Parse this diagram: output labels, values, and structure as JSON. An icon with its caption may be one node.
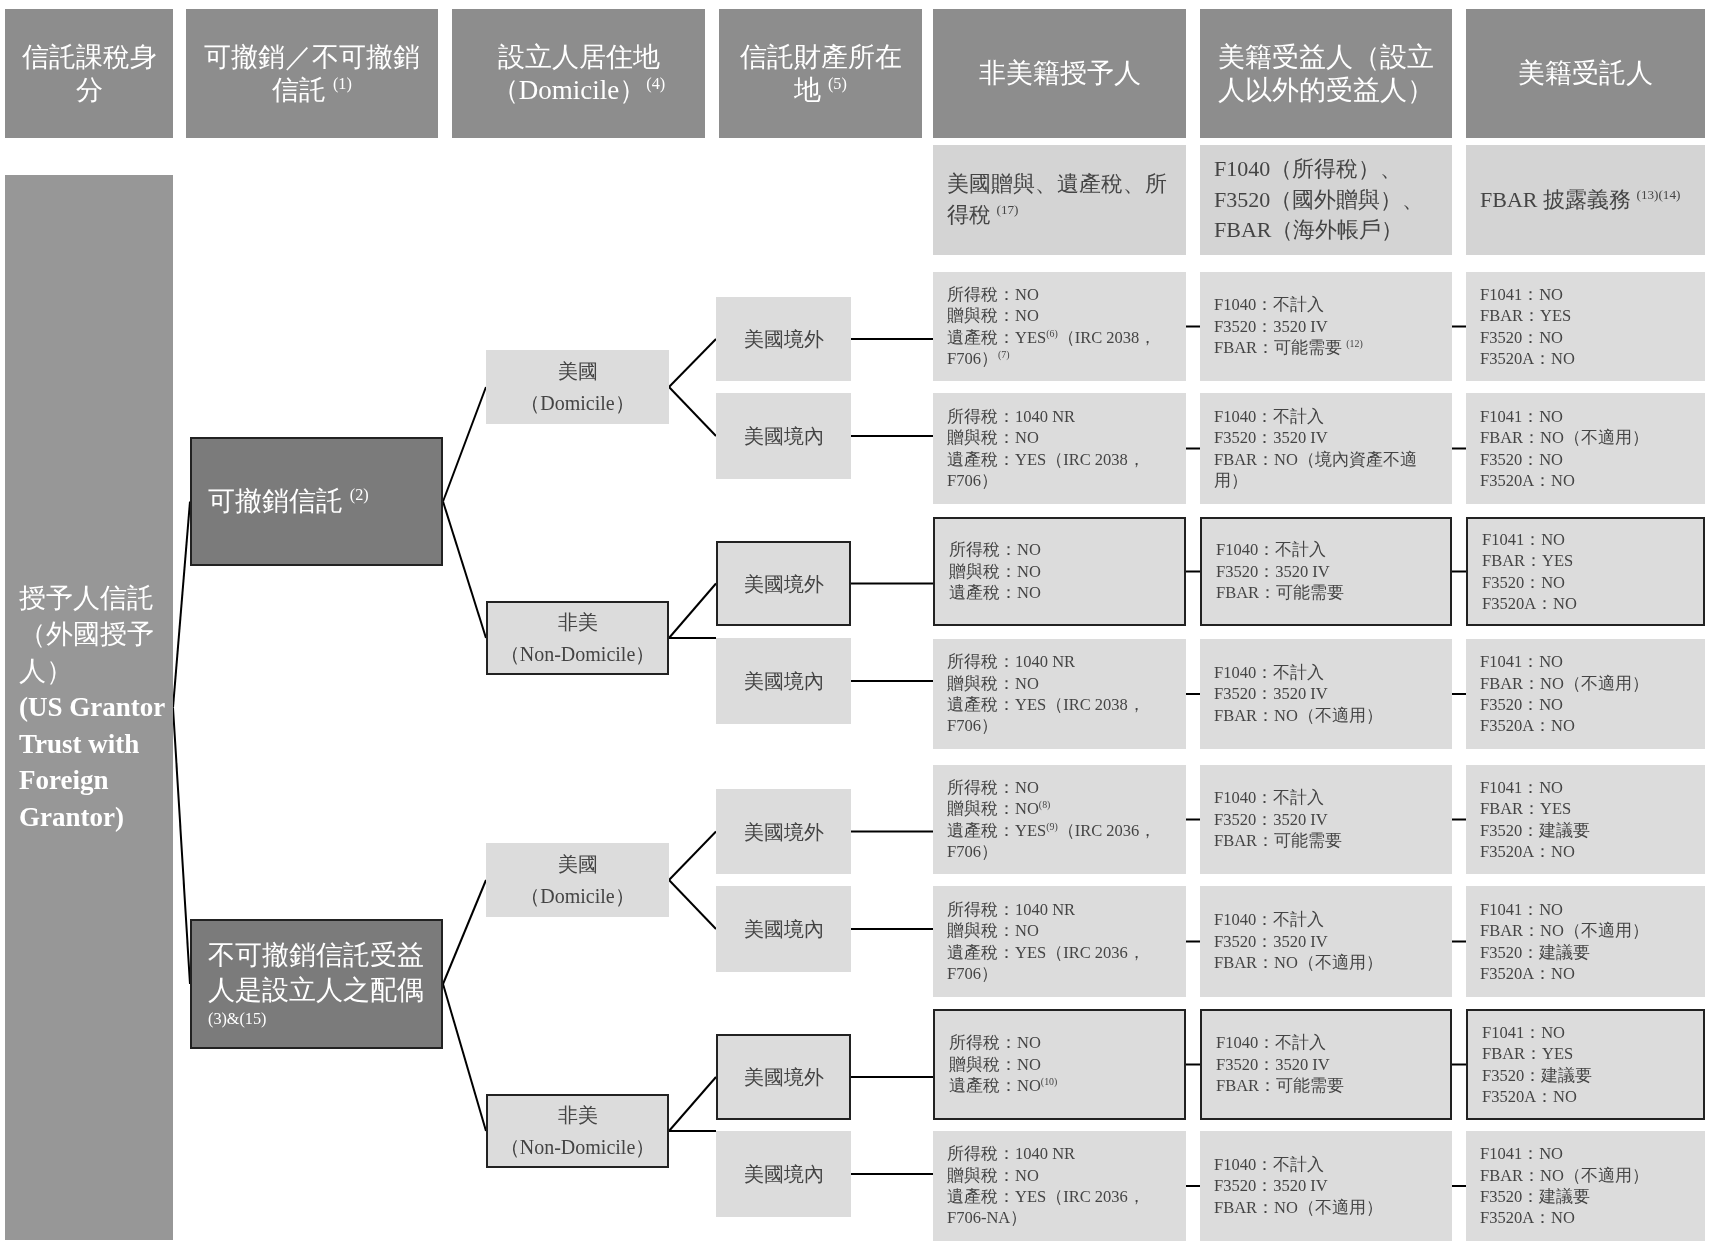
{
  "diagram": {
    "nodes": [
      {
        "text": [
          "信託課稅身分"
        ]
      },
      {
        "text": [
          "可撤銷／不可撤銷信託 $^{(1)}$"
        ]
      },
      {
        "text": [
          "設立人居住地（Domicile）$^{(4)}$"
        ]
      },
      {
        "text": [
          "信託財產所在地 $^{(5)}$"
        ]
      },
      {
        "text": [
          "非美籍授予人"
        ]
      },
      {
        "text": [
          "美籍受益人（設立人以外的受益人）"
        ]
      },
      {
        "text": [
          "美籍受託人"
        ]
      },
      {
        "text": [
          "美國贈與、遺產稅、所得稅 $^{(17)}$"
        ]
      },
      {
        "text": [
          "F1040（所得稅）、",
          "F3520（國外贈與）、",
          "FBAR（海外帳戶）"
        ]
      },
      {
        "text": [
          "FBAR 披露義務 $^{(13)(14)}$"
        ]
      },
      {
        "text": [
          "授予人信託（外國授予人）",
          "(US Grantor Trust with Foreign Grantor)"
        ]
      },
      {
        "text": [
          "可撤銷信託 $^{(2)}$"
        ]
      },
      {
        "text": [
          "美國",
          "（Domicile）"
        ]
      },
      {
        "text": [
          "非美",
          "（Non-Domicile）"
        ]
      },
      {
        "text": [
          "不可撤銷信託受益人是設立人之配偶 $^{(3)&(15)}$"
        ]
      },
      {
        "text": [
          "美國",
          "（Domicile）"
        ]
      },
      {
        "text": [
          "非美",
          "（Non-Domicile）"
        ]
      },
      {
        "text": [
          "美國境外"
        ]
      },
      {
        "text": [
          "美國境內"
        ]
      },
      {
        "text": [
          "美國境外"
        ]
      },
      {
        "text": [
          "美國境內"
        ]
      },
      {
        "text": [
          "美國境外"
        ]
      },
      {
        "text": [
          "美國境內"
        ]
      },
      {
        "text": [
          "美國境外"
        ]
      },
      {
        "text": [
          "美國境內"
        ]
      },
      {
        "text": [
          "所得稅：NO",
          "贈與稅：NO",
          "遺產稅：YES$^{(6)}$（IRC 2038，F706）$^{(7)}$"
        ]
      },
      {
        "text": [
          "F1040：不計入",
          "F3520：3520 IV",
          "FBAR：可能需要 $^{(12)}$"
        ]
      },
      {
        "text": [
          "F1041：NO",
          "FBAR：YES",
          "F3520：NO",
          "F3520A：NO"
        ]
      },
      {
        "text": [
          "所得稅：1040 NR",
          "贈與稅：NO",
          "遺產稅：YES（IRC 2038，F706）"
        ]
      },
      {
        "text": [
          "F1040：不計入",
          "F3520：3520 IV",
          "FBAR：NO（境內資產不適用）"
        ]
      },
      {
        "text": [
          "F1041：NO",
          "FBAR：NO（不適用）",
          "F3520：NO",
          "F3520A：NO"
        ]
      },
      {
        "text": [
          "所得稅：NO",
          "贈與稅：NO",
          "遺產稅：NO"
        ]
      },
      {
        "text": [
          "F1040：不計入",
          "F3520：3520 IV",
          "FBAR：可能需要"
        ]
      },
      {
        "text": [
          "F1041：NO",
          "FBAR：YES",
          "F3520：NO",
          "F3520A：NO"
        ]
      },
      {
        "text": [
          "所得稅：1040 NR",
          "贈與稅：NO",
          "遺產稅：YES（IRC 2038，F706）"
        ]
      },
      {
        "text": [
          "F1040：不計入",
          "F3520：3520 IV",
          "FBAR：NO（不適用）"
        ]
      },
      {
        "text": [
          "F1041：NO",
          "FBAR：NO（不適用）",
          "F3520：NO",
          "F3520A：NO"
        ]
      },
      {
        "text": [
          "所得稅：NO",
          "贈與稅：NO$^{(8)}$",
          "遺產稅：YES$^{(9)}$（IRC 2036，F706）"
        ]
      },
      {
        "text": [
          "F1040：不計入",
          "F3520：3520 IV",
          "FBAR：可能需要"
        ]
      },
      {
        "text": [
          "F1041：NO",
          "FBAR：YES",
          "F3520：建議要",
          "F3520A：NO"
        ]
      },
      {
        "text": [
          "所得稅：1040 NR",
          "贈與稅：NO",
          "遺產稅：YES（IRC 2036，F706）"
        ]
      },
      {
        "text": [
          "F1040：不計入",
          "F3520：3520 IV",
          "FBAR：NO（不適用）"
        ]
      },
      {
        "text": [
          "F1041：NO",
          "FBAR：NO（不適用）",
          "F3520：建議要",
          "F3520A：NO"
        ]
      },
      {
        "text": [
          "所得稅：NO",
          "贈與稅：NO",
          "遺產稅：NO$^{(10)}$"
        ]
      },
      {
        "text": [
          "F1040：不計入",
          "F3520：3520 IV",
          "FBAR：可能需要"
        ]
      },
      {
        "text": [
          "F1041：NO",
          "FBAR：YES",
          "F3520：建議要",
          "F3520A：NO"
        ]
      },
      {
        "text": [
          "所得稅：1040 NR",
          "贈與稅：NO",
          "遺產稅：YES（IRC 2036，F706-NA）"
        ]
      },
      {
        "text": [
          "F1040：不計入",
          "F3520：3520 IV",
          "FBAR：NO（不適用）"
        ]
      },
      {
        "text": [
          "F1041：NO",
          "FBAR：NO（不適用）",
          "F3520：建議要",
          "F3520A：NO"
        ]
      }
    ],
    "edges": [
      {
        "from": 10,
        "to": 11,
        "arrow": "none"
      },
      {
        "from": 10,
        "to": 14,
        "arrow": "none"
      },
      {
        "from": 11,
        "to": 12,
        "arrow": "none"
      },
      {
        "from": 11,
        "to": 13,
        "arrow": "none"
      },
      {
        "from": 14,
        "to": 15,
        "arrow": "none"
      },
      {
        "from": 14,
        "to": 16,
        "arrow": "none"
      },
      {
        "from": 12,
        "to": 17,
        "arrow": "none"
      },
      {
        "from": 12,
        "to": 18,
        "arrow": "none"
      },
      {
        "from": 13,
        "to": 19,
        "arrow": "none"
      },
      {
        "from": 13,
        "to": 20,
        "arrow": "none"
      },
      {
        "from": 15,
        "to": 21,
        "arrow": "none"
      },
      {
        "from": 15,
        "to": 22,
        "arrow": "none"
      },
      {
        "from": 16,
        "to": 23,
        "arrow": "none"
      },
      {
        "from": 16,
        "to": 24,
        "arrow": "none"
      },
      {
        "from": 17,
        "to": 25,
        "arrow": "none"
      },
      {
        "from": 18,
        "to": 28,
        "arrow": "none"
      },
      {
        "from": 19,
        "to": 31,
        "arrow": "none"
      },
      {
        "from": 20,
        "to": 34,
        "arrow": "none"
      },
      {
        "from": 21,
        "to": 37,
        "arrow": "none"
      },
      {
        "from": 22,
        "to": 40,
        "arrow": "none"
      },
      {
        "from": 23,
        "to": 43,
        "arrow": "none"
      },
      {
        "from": 24,
        "to": 46,
        "arrow": "none"
      },
      {
        "from": 25,
        "to": 26,
        "arrow": "none"
      },
      {
        "from": 28,
        "to": 29,
        "arrow": "none"
      },
      {
        "from": 31,
        "to": 32,
        "arrow": "none"
      },
      {
        "from": 34,
        "to": 35,
        "arrow": "none"
      },
      {
        "from": 37,
        "to": 38,
        "arrow": "none"
      },
      {
        "from": 40,
        "to": 41,
        "arrow": "none"
      },
      {
        "from": 43,
        "to": 44,
        "arrow": "none"
      },
      {
        "from": 46,
        "to": 47,
        "arrow": "none"
      },
      {
        "from": 26,
        "to": 27,
        "arrow": "none"
      },
      {
        "from": 29,
        "to": 30,
        "arrow": "none"
      },
      {
        "from": 32,
        "to": 33,
        "arrow": "none"
      },
      {
        "from": 35,
        "to": 36,
        "arrow": "none"
      },
      {
        "from": 38,
        "to": 39,
        "arrow": "none"
      },
      {
        "from": 41,
        "to": 42,
        "arrow": "none"
      },
      {
        "from": 44,
        "to": 45,
        "arrow": "none"
      },
      {
        "from": 47,
        "to": 48,
        "arrow": "none"
      }
    ]
  }
}
